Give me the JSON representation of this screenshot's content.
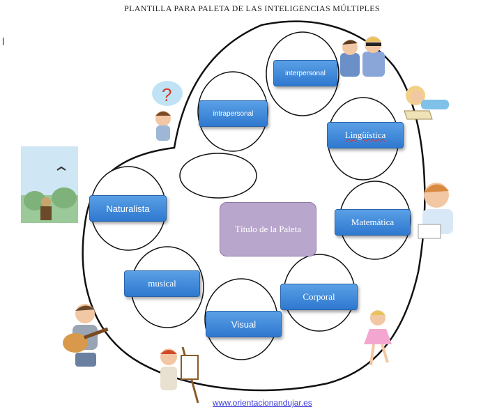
{
  "header": {
    "title": "PLANTILLA PARA PALETA DE  LAS INTELIGENCIAS MÚLTIPLES"
  },
  "palette": {
    "center_label": "Título de la Paleta",
    "intelligences": [
      {
        "id": "interpersonal",
        "label": "interpersonal"
      },
      {
        "id": "intrapersonal",
        "label": "intrapersonal"
      },
      {
        "id": "linguistica",
        "label": "Lingüística"
      },
      {
        "id": "naturalista",
        "label": "Naturalista"
      },
      {
        "id": "matematica",
        "label": "Matemática"
      },
      {
        "id": "musical",
        "label": "musical"
      },
      {
        "id": "corporal",
        "label": "Corporal"
      },
      {
        "id": "visual",
        "label": "Visual"
      }
    ]
  },
  "footer": {
    "link": "www.orientacionandujar.es"
  },
  "illustrations": [
    "two-friends-icon",
    "thinking-child-icon",
    "reading-girl-icon",
    "landscape-icon",
    "math-boy-icon",
    "guitarist-icon",
    "painter-icon",
    "dancer-icon"
  ],
  "colors": {
    "label_fill": "#3f8ddc",
    "center_fill": "#b9a6cc",
    "link": "#3a3ad8"
  }
}
